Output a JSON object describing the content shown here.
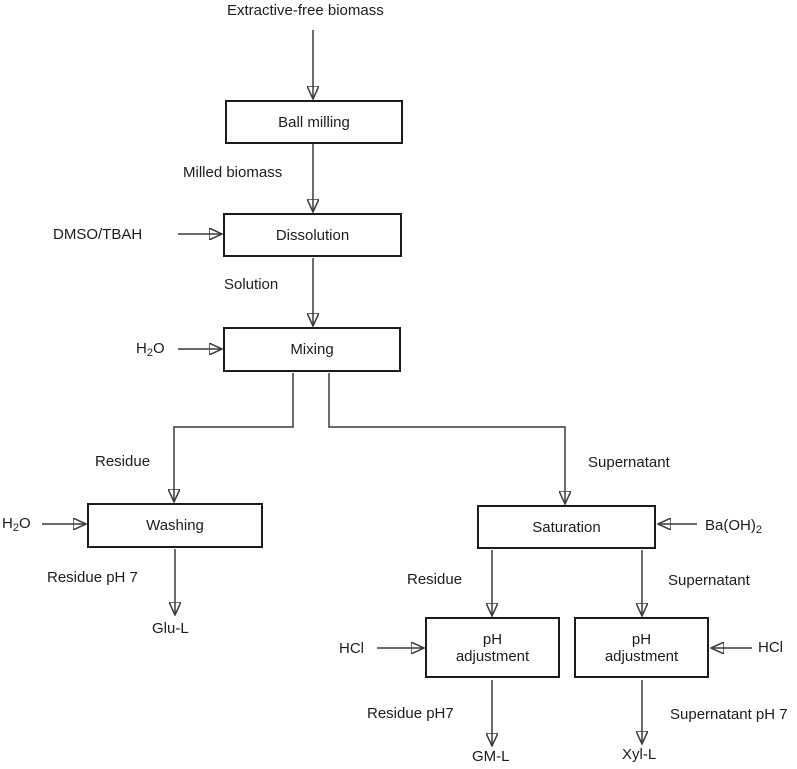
{
  "diagram": {
    "type": "process-flowchart",
    "description": "Fractionation flow of extractive-free biomass into Glu-L, GM-L and Xyl-L",
    "colors": {
      "background": "#ffffff",
      "box_border": "#1c1c1c",
      "line": "#3a3a3a",
      "text": "#1c1c1c",
      "arrowhead": "#1c1c1c"
    }
  },
  "nodes": {
    "ball_milling": {
      "label": "Ball milling"
    },
    "dissolution": {
      "label": "Dissolution"
    },
    "mixing": {
      "label": "Mixing"
    },
    "washing": {
      "label": "Washing"
    },
    "saturation": {
      "label": "Saturation"
    },
    "ph_adjustment_residue": {
      "label": "pH\nadjustment"
    },
    "ph_adjustment_supernatant": {
      "label": "pH\nadjustment"
    }
  },
  "labels": {
    "start": "Extractive-free biomass",
    "milled_biomass": "Milled biomass",
    "dmso_tbah": "DMSO/TBAH",
    "solution": "Solution",
    "residue_upper": "Residue",
    "supernatant_upper": "Supernatant",
    "residue_ph7_left": "Residue pH 7",
    "glu_l": "Glu-L",
    "residue_lower": "Residue",
    "supernatant_lower": "Supernatant",
    "hcl_left": "HCl",
    "hcl_right": "HCl",
    "residue_ph7_center": "Residue pH7",
    "supernatant_ph7_right": "Supernatant pH 7",
    "gm_l": "GM-L",
    "xyl_l": "Xyl-L"
  },
  "chem": {
    "h2o_mixing": {
      "base": "H",
      "sub": "2",
      "rest": "O"
    },
    "h2o_washing": {
      "base": "H",
      "sub": "2",
      "rest": "O"
    },
    "ba_oh_2": {
      "base": "Ba(OH)",
      "sub": "2",
      "rest": ""
    }
  },
  "edges": [
    {
      "from": "Extractive-free biomass",
      "to": "Ball milling"
    },
    {
      "from": "Ball milling",
      "to": "Dissolution",
      "label": "Milled biomass"
    },
    {
      "from": "DMSO/TBAH",
      "to": "Dissolution"
    },
    {
      "from": "Dissolution",
      "to": "Mixing",
      "label": "Solution"
    },
    {
      "from": "H2O",
      "to": "Mixing"
    },
    {
      "from": "Mixing",
      "to": "Washing",
      "label": "Residue"
    },
    {
      "from": "Mixing",
      "to": "Saturation",
      "label": "Supernatant"
    },
    {
      "from": "H2O",
      "to": "Washing"
    },
    {
      "from": "Washing",
      "to": "Glu-L",
      "label": "Residue pH 7"
    },
    {
      "from": "Ba(OH)2",
      "to": "Saturation"
    },
    {
      "from": "Saturation",
      "to": "pH adjustment (left)",
      "label": "Residue"
    },
    {
      "from": "Saturation",
      "to": "pH adjustment (right)",
      "label": "Supernatant"
    },
    {
      "from": "HCl",
      "to": "pH adjustment (left)"
    },
    {
      "from": "HCl",
      "to": "pH adjustment (right)"
    },
    {
      "from": "pH adjustment (left)",
      "to": "GM-L",
      "label": "Residue pH7"
    },
    {
      "from": "pH adjustment (right)",
      "to": "Xyl-L",
      "label": "Supernatant pH 7"
    }
  ]
}
